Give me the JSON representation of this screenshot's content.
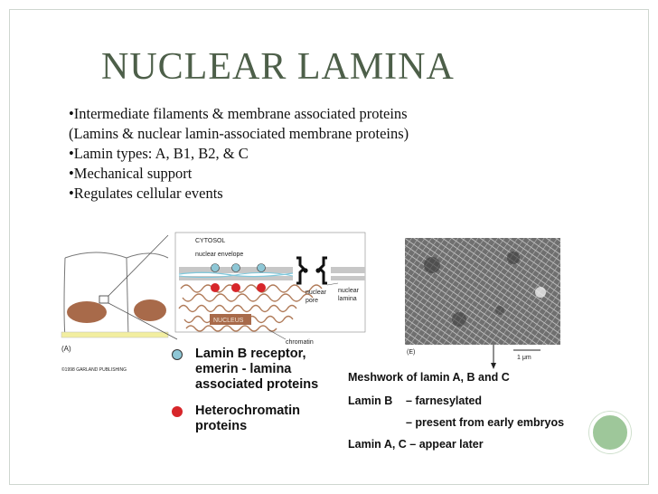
{
  "slide": {
    "title": "NUCLEAR LAMINA",
    "bullets": [
      "•Intermediate filaments & membrane associated proteins",
      "(Lamins & nuclear lamin-associated membrane proteins)",
      "•Lamin types: A, B1, B2, & C",
      "•Mechanical support",
      "•Regulates cellular events"
    ]
  },
  "figure_a": {
    "panel_label": "(A)",
    "copyright": "©1998 GARLAND PUBLISHING",
    "labels": {
      "cytosol": "CYTOSOL",
      "nuclear_envelope": "nuclear envelope",
      "nuclear_pore": "nuclear pore",
      "nuclear_lamina": "nuclear lamina",
      "nucleus": "NUCLEUS",
      "chromatin": "chromatin"
    },
    "colors": {
      "receptor": "#8ec7d6",
      "heterochromatin": "#d7262a",
      "chromatin": "#b07a58",
      "nucleus_fill": "#a86a4a"
    }
  },
  "figure_e": {
    "panel_label": "(E)",
    "scale_label": "1 μm"
  },
  "legend": {
    "receptor_lines": [
      "Lamin B receptor,",
      "emerin - lamina",
      "associated proteins"
    ],
    "heterochromatin_lines": [
      "Heterochromatin",
      "proteins"
    ]
  },
  "notes": {
    "meshwork": "Meshwork of lamin A, B and C",
    "lamin_b": "Lamin B",
    "farnesylated": "– farnesylated",
    "early_embryos": "– present from early embryos",
    "lamin_ac": "Lamin A, C – appear later"
  },
  "decoration": {
    "accent_circle_color": "#9ec79a"
  }
}
